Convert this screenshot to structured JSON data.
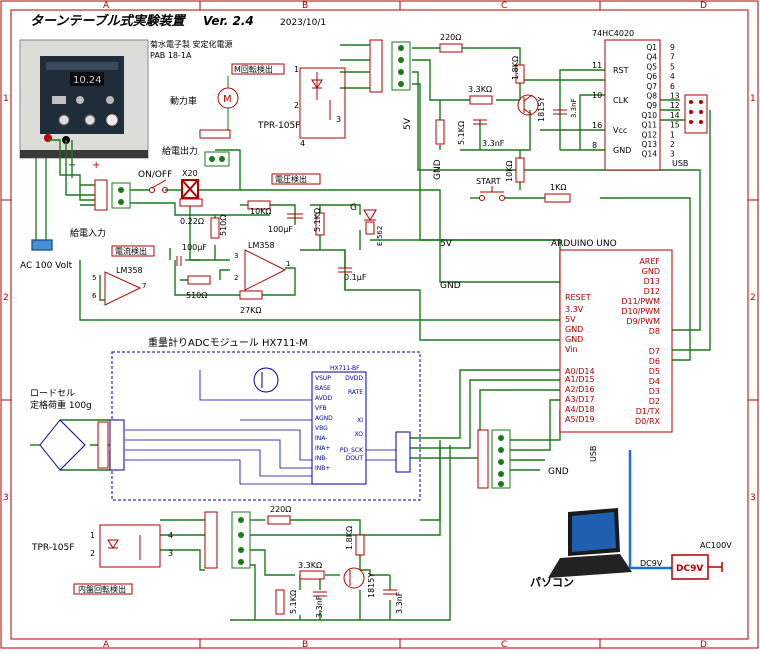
{
  "header": {
    "title": "ターンテーブル式実験装置",
    "version": "Ver. 2.4",
    "date": "2023/10/1"
  },
  "border": {
    "cols": [
      "A",
      "B",
      "C",
      "D"
    ],
    "rows": [
      "1",
      "2",
      "3"
    ]
  },
  "psu": {
    "maker": "菊水電子製 安定化電源",
    "model": "PAB 18-1A",
    "display_value": "10.24",
    "plus": "+",
    "minus": "−"
  },
  "labels": {
    "ac_input": "AC 100 Volt",
    "power_input": "給電入力",
    "m_rot": "M回転検出",
    "motor_car": "動力車",
    "motor": "M",
    "feed_out": "給電出力",
    "on_off": "ON/OFF",
    "x20": "X20",
    "current_detect": "電流検出",
    "voltage_detect": "電圧検出",
    "led_g": "G",
    "led_name": "E-562",
    "lm358_top": "LM358",
    "lm358_bottom": "LM358",
    "tpr_top": "TPR-105F",
    "tpr_bottom": "TPR-105F",
    "inner_rot": "内盤回転検出",
    "start": "START",
    "ic_4020": "74HC4020",
    "arduino": "ARDUINO UNO",
    "adc_module": "重量計りADCモジュール HX711-M",
    "loadcell": "ロードセル",
    "rated_load": "定格荷重 100g",
    "pc": "パソコン",
    "usb": "USB",
    "usb_vertical": "USB",
    "dc9v": "DC9V",
    "dc9v_adapter": "DC9V",
    "ac100v": "AC100V",
    "v5_top": "5V",
    "gnd_top": "GND",
    "v5_mid": "5V",
    "gnd_mid": "GND",
    "gnd_adc": "GND",
    "hx711_chip": "HX711-BF"
  },
  "components": {
    "r_220_top": "220Ω",
    "r_3_3k_top": "3.3KΩ",
    "r_1_8k_top": "1.8KΩ",
    "r_5_1k_top": "5.1KΩ",
    "c_3_3n_top": "3.3nF",
    "c_3_3n_top2": "3.3nF",
    "q_1815y_top": "1815Y",
    "r_10k_top": "10KΩ",
    "r_1k_start": "1KΩ",
    "r_0_22": "0.22Ω",
    "r_510_v": "510Ω",
    "r_10k_div": "10KΩ",
    "r_5_1k_div": "5.1KΩ",
    "c_100u_a": "100μF",
    "c_100u_b": "100μF",
    "c_0_1u": "0.1μF",
    "r_510_h": "510Ω",
    "r_27k": "27KΩ",
    "r_220_bot": "220Ω",
    "r_1_8k_bot": "1.8KΩ",
    "r_3_3k_bot": "3.3KΩ",
    "r_5_1k_bot": "5.1KΩ",
    "c_3_3n_bot": "3.3nF",
    "c_3_3n_bot2": "3.3nF",
    "q_1815y_bot": "1815Y"
  },
  "ic4020_pins_left": [
    {
      "num": "11",
      "name": "RST"
    },
    {
      "num": "10",
      "name": "CLK"
    },
    {
      "num": "16",
      "name": "Vcc"
    },
    {
      "num": "8",
      "name": "GND"
    }
  ],
  "ic4020_pins_right": [
    {
      "name": "Q1",
      "num": "9"
    },
    {
      "name": "Q4",
      "num": "7"
    },
    {
      "name": "Q5",
      "num": "5"
    },
    {
      "name": "Q6",
      "num": "4"
    },
    {
      "name": "Q7",
      "num": "6"
    },
    {
      "name": "Q8",
      "num": "13"
    },
    {
      "name": "Q9",
      "num": "12"
    },
    {
      "name": "Q10",
      "num": "14"
    },
    {
      "name": "Q11",
      "num": "15"
    },
    {
      "name": "Q12",
      "num": "1"
    },
    {
      "name": "Q13",
      "num": "2"
    },
    {
      "name": "Q14",
      "num": "3"
    }
  ],
  "arduino_left": [
    "RESET",
    "3.3V",
    "5V",
    "GND",
    "GND",
    "Vin",
    "A0/D14",
    "A1/D15",
    "A2/D16",
    "A3/D17",
    "A4/D18",
    "A5/D19"
  ],
  "arduino_right": [
    "AREF",
    "GND",
    "D13",
    "D12",
    "D11/PWM",
    "D10/PWM",
    "D9/PWM",
    "D8",
    "D7",
    "D6",
    "D5",
    "D4",
    "D3",
    "D2",
    "D1/TX",
    "D0/RX"
  ],
  "lm358_pins": {
    "top_pin5": "5",
    "top_pin6": "6",
    "top_pin7": "7",
    "pin3": "3",
    "pin2": "2",
    "pin1": "1"
  },
  "hx711_pins_left": [
    "VSUP",
    "BASE",
    "AVDD",
    "VFB",
    "AGND",
    "VBG",
    "INA-",
    "INA+",
    "INB-",
    "INB+"
  ],
  "hx711_pins_right": [
    "DVDD",
    "RATE",
    "XI",
    "XO",
    "PD_SCK",
    "DOUT"
  ],
  "colors": {
    "wire": "#1a7a1a",
    "part": "#b00000",
    "blue": "#0000a0",
    "cable": "#1e6fd0"
  }
}
